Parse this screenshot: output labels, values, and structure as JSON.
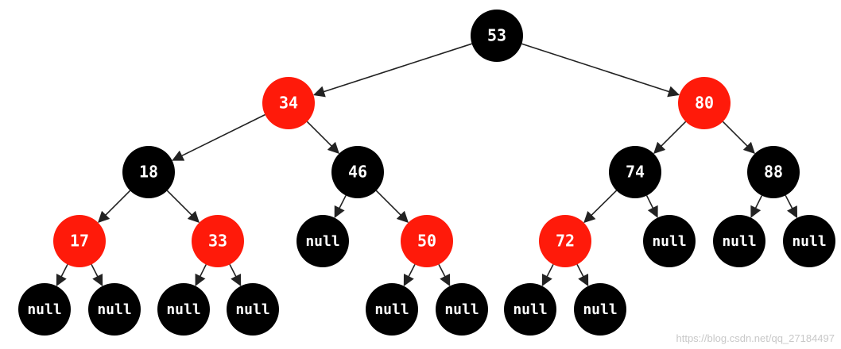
{
  "colors": {
    "black": "#000000",
    "red": "#ff1a0a",
    "edge": "#222222",
    "label": "#ffffff"
  },
  "root": "53",
  "nodes": [
    {
      "id": "n53",
      "label": "53",
      "color": "black",
      "children": [
        "n34",
        "n80"
      ]
    },
    {
      "id": "n34",
      "label": "34",
      "color": "red",
      "children": [
        "n18",
        "n46"
      ]
    },
    {
      "id": "n80",
      "label": "80",
      "color": "red",
      "children": [
        "n74",
        "n88"
      ]
    },
    {
      "id": "n18",
      "label": "18",
      "color": "black",
      "children": [
        "n17",
        "n33"
      ]
    },
    {
      "id": "n46",
      "label": "46",
      "color": "black",
      "children": [
        "n46L",
        "n50"
      ]
    },
    {
      "id": "n74",
      "label": "74",
      "color": "black",
      "children": [
        "n72",
        "n74R"
      ]
    },
    {
      "id": "n88",
      "label": "88",
      "color": "black",
      "children": [
        "n88L",
        "n88R"
      ]
    },
    {
      "id": "n17",
      "label": "17",
      "color": "red",
      "children": [
        "n17L",
        "n17R"
      ]
    },
    {
      "id": "n33",
      "label": "33",
      "color": "red",
      "children": [
        "n33L",
        "n33R"
      ]
    },
    {
      "id": "n46L",
      "label": "null",
      "color": "black",
      "children": []
    },
    {
      "id": "n50",
      "label": "50",
      "color": "red",
      "children": [
        "n50L",
        "n50R"
      ]
    },
    {
      "id": "n72",
      "label": "72",
      "color": "red",
      "children": [
        "n72L",
        "n72R"
      ]
    },
    {
      "id": "n74R",
      "label": "null",
      "color": "black",
      "children": []
    },
    {
      "id": "n88L",
      "label": "null",
      "color": "black",
      "children": []
    },
    {
      "id": "n88R",
      "label": "null",
      "color": "black",
      "children": []
    },
    {
      "id": "n17L",
      "label": "null",
      "color": "black",
      "children": []
    },
    {
      "id": "n17R",
      "label": "null",
      "color": "black",
      "children": []
    },
    {
      "id": "n33L",
      "label": "null",
      "color": "black",
      "children": []
    },
    {
      "id": "n33R",
      "label": "null",
      "color": "black",
      "children": []
    },
    {
      "id": "n50L",
      "label": "null",
      "color": "black",
      "children": []
    },
    {
      "id": "n50R",
      "label": "null",
      "color": "black",
      "children": []
    },
    {
      "id": "n72L",
      "label": "null",
      "color": "black",
      "children": []
    },
    {
      "id": "n72R",
      "label": "null",
      "color": "black",
      "children": []
    }
  ],
  "watermark": "https://blog.csdn.net/qq_27184497"
}
